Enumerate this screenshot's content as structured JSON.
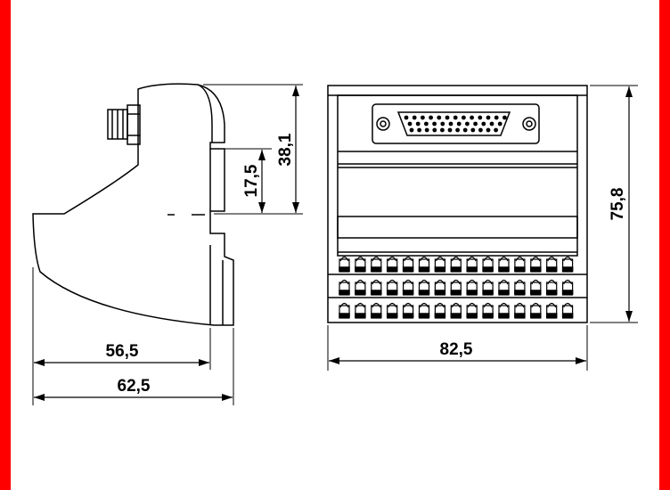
{
  "colors": {
    "frame_border": "#ff0000",
    "line": "#000000",
    "background": "#ffffff"
  },
  "dimensions": {
    "side_depth_inner": "56,5",
    "side_depth_total": "62,5",
    "connector_height": "38,1",
    "rail_height": "17,5",
    "front_width": "82,5",
    "front_height": "75,8"
  },
  "terminal_block": {
    "rows": 3,
    "columns": 15
  }
}
